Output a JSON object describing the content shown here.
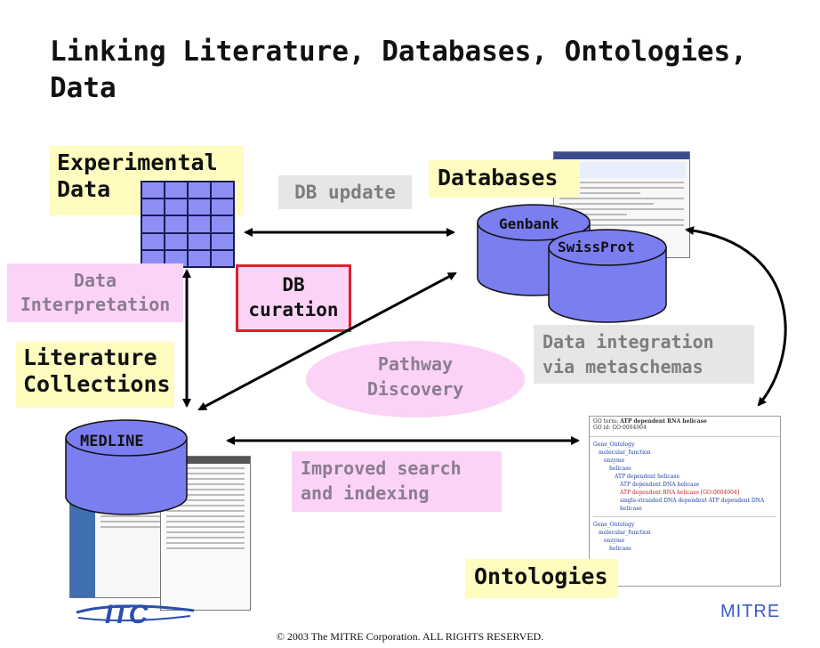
{
  "slide": {
    "title": "Linking Literature, Databases, Ontologies, Data",
    "footer": "© 2003 The MITRE Corporation. ALL RIGHTS RESERVED.",
    "logo_left": "ITC",
    "logo_right": "MITRE"
  },
  "nodes": {
    "experimental_data": "Experimental Data",
    "databases": "Databases",
    "genbank": "Genbank",
    "swissprot": "SwissProt",
    "literature_collections": "Literature Collections",
    "medline": "MEDLINE",
    "ontologies": "Ontologies"
  },
  "links": {
    "db_update": "DB update",
    "data_interpretation": "Data Interpretation",
    "db_curation": "DB curation",
    "pathway_discovery": "Pathway Discovery",
    "data_integration": "Data integration via metaschemas",
    "improved_search": "Improved search and indexing"
  },
  "ontology_screenshot": {
    "header_term": "ATP dependent RNA helicase",
    "header_id": "GO:0004004",
    "items": [
      "Gene_Ontology",
      "molecular_function",
      "enzyme",
      "helicase",
      "ATP dependent helicase",
      "ATP dependent DNA helicase",
      "ATP dependent RNA helicase [GO:0004004]",
      "single-stranded DNA dependent ATP dependent DNA helicase"
    ]
  },
  "colors": {
    "label_yellow": "#fefcbf",
    "link_grey": "#e6e6e6",
    "link_pink": "#fbd3f6",
    "curation_red": "#e0202a",
    "cylinder": "#7b7ef0",
    "grid_cell": "#8d8ff4"
  }
}
